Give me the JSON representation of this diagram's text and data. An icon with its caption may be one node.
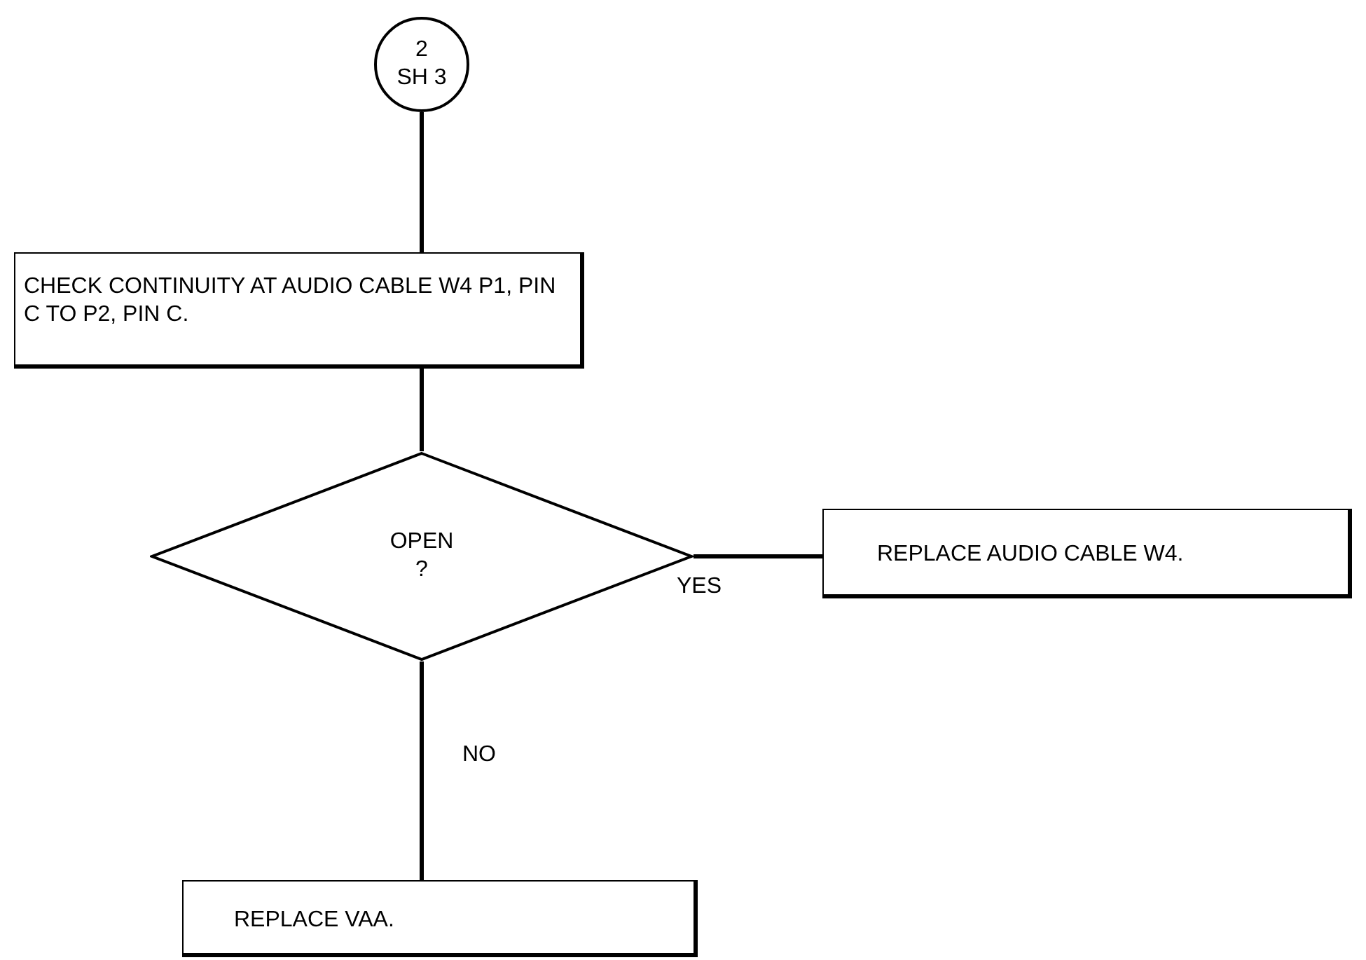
{
  "diagram": {
    "nodes": [
      {
        "text": [
          "2",
          "SH 3"
        ]
      },
      {
        "text": [
          "CHECK CONTINUITY AT AUDIO CABLE W4 P1, PIN C TO P2, PIN C."
        ]
      },
      {
        "text": [
          "OPEN",
          "?"
        ]
      },
      {
        "text": [
          "REPLACE AUDIO CABLE W4."
        ]
      },
      {
        "text": [
          "REPLACE VAA."
        ]
      }
    ],
    "edges": [
      {
        "from": 0,
        "to": 1,
        "arrow": "none"
      },
      {
        "from": 1,
        "to": 2,
        "arrow": "none"
      },
      {
        "from": 2,
        "to": 3,
        "arrow": "none",
        "label": "YES"
      },
      {
        "from": 2,
        "to": 4,
        "arrow": "none",
        "label": "NO"
      }
    ]
  }
}
